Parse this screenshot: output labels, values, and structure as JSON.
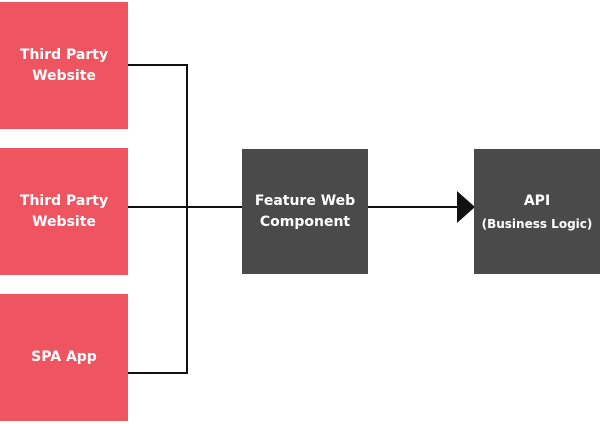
{
  "diagram": {
    "sources": [
      {
        "line1": "Third Party",
        "line2": "Website"
      },
      {
        "line1": "Third Party",
        "line2": "Website"
      },
      {
        "line1": "SPA App"
      }
    ],
    "feature": {
      "line1": "Feature Web",
      "line2": "Component"
    },
    "api": {
      "line1": "API",
      "line2": "(Business Logic)"
    },
    "colors": {
      "source_box": "#ef5461",
      "component_box": "#4a4a4a",
      "connector": "#111111",
      "text": "#ffffff"
    }
  }
}
